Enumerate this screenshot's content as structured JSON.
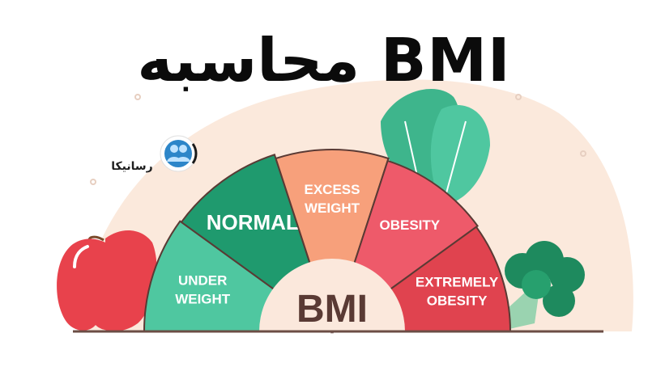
{
  "title": "محاسبه BMI",
  "brand": {
    "name": "رسانیکا"
  },
  "gauge": {
    "center_label": "BMI",
    "segments": [
      {
        "lines": [
          "UNDER",
          "WEIGHT"
        ],
        "color": "#4fc7a0"
      },
      {
        "lines": [
          "NORMAL"
        ],
        "color": "#1f9a6e"
      },
      {
        "lines": [
          "EXCESS",
          "WEIGHT"
        ],
        "color": "#f7a07b"
      },
      {
        "lines": [
          "OBESITY"
        ],
        "color": "#ee5a6a"
      },
      {
        "lines": [
          "EXTREMELY",
          "OBESITY"
        ],
        "color": "#e0434f"
      }
    ]
  },
  "icons": [
    "apple-icon",
    "leaf-icon",
    "broccoli-icon",
    "user-group-icon"
  ],
  "colors": {
    "background_blob": "#fbe9dc",
    "center": "#fbe8dc",
    "text_dark": "#5a3a34"
  }
}
